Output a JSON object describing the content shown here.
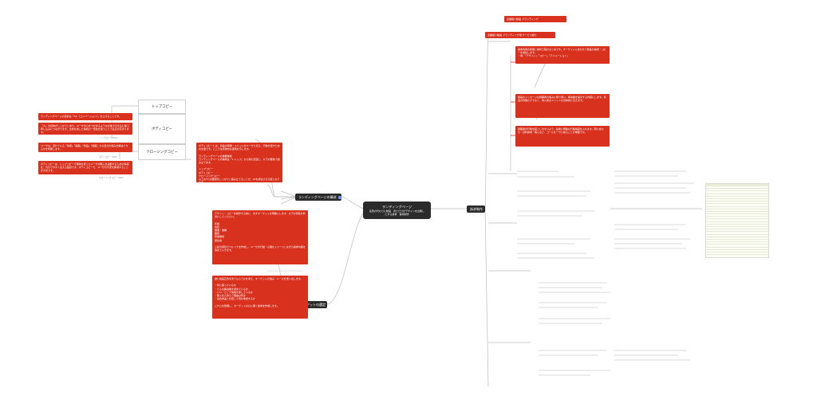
{
  "central_topic": {
    "line1": "ランディングページ",
    "line2": "名刺の代わりに動画　見ただけがデザインを台無しにする訴求　保存制作"
  },
  "branches": {
    "lp_composition": "ランディングページの構成",
    "target": "ターゲットの選定",
    "right_main": "訴求制作"
  },
  "lp_sections": {
    "top": "トップコピー",
    "body": "ボディコピー",
    "closing": "クロージングコピー"
  },
  "left_notes": [
    "ランディングページの目的は「CV（コンバージョン）」を上げることです。",
    "「人」の目的がしっかりとあり、ユーザの心をつかめるような文章で引き込む事で申し込みにつながります。全体を通した構成の一貫性を保つことで反応が高まります。",
    "ユーザは、流れている「情報」「画面」「商品」「価値」から自分の悩みを解決できるかを判断します。",
    "ボディコピーは、トップコピーで興味を持ったユーザが購入を決断するための情報を、分かりやすく伝える役割です。ボディコピーで、ユーザの不安を解消することが大切です。"
  ],
  "center_note": "ボディコピーとは、商品の特徴・メリットをユーザに伝え、行動を促すための文章です。ここでは具体的な事例を示します。\n\nランディングページの重要構成\nランディングページの構成は「1.トップ」から順に配置し、以下の要素で組み立てます。\n\nトップコピー\nボディコピー\nクロージングコピー\n以上の3つの要素をしっかりと組み立てることが、LPを成功させる鍵となります。",
  "target_note_1": "デザイン・コピーを制作する前に、まずターゲットを明確にします。以下の項目を参考にしてください。\n\n年齢\n性別\n職業・業種\n趣味\n家族構成\n居住地\n\n上記の項目でペルソナを作成し、ユーザの行動・心理をイメージしながら訴求内容を決めていきます。",
  "target_note_2": "誰に動画広告を見てもらうかを考え、ターゲットの悩み・ニーズを洗い出します。\n\n・何に困っているか\n・どんな解決策を求めているか\n・いつ・どこで情報を探しているか\n・購入をためらう理由は何か\n・競合商品と比較して何を重視するか\n\nこれらを整理し、ターゲットの心に響く訴求を作成します。",
  "right_notes": [
    "企業紹介動画 ブランディング",
    "企業紹介動画 ブランディング用 サービス紹介",
    "訴求内容の整理と制作工程のまとめです。ターゲットに合わせて動画の構成・コピーを検討します。\n・例：「デザイン」「コピー」「アニメーション」",
    "動画のメッセージは視聴者の悩みに寄り添い、解決策を提示する内容にします。商品の特徴だけでなく、導入後のメリットを具体的に伝えます。",
    "視聴者が行動を起こしやすいよう、最後に明確な行動喚起を入れます。問い合わせ・資料請求・購入など、ゴールを一つに絞ることが重要です。"
  ],
  "footnotes": {
    "top": "トップコピー 2021",
    "body": "ボディコピー 2021",
    "closing": "クロージングコピー 2021"
  },
  "colors": {
    "accent": "#d8321f",
    "node_dark": "#2b2b2b",
    "line": "#b5b5b5"
  }
}
